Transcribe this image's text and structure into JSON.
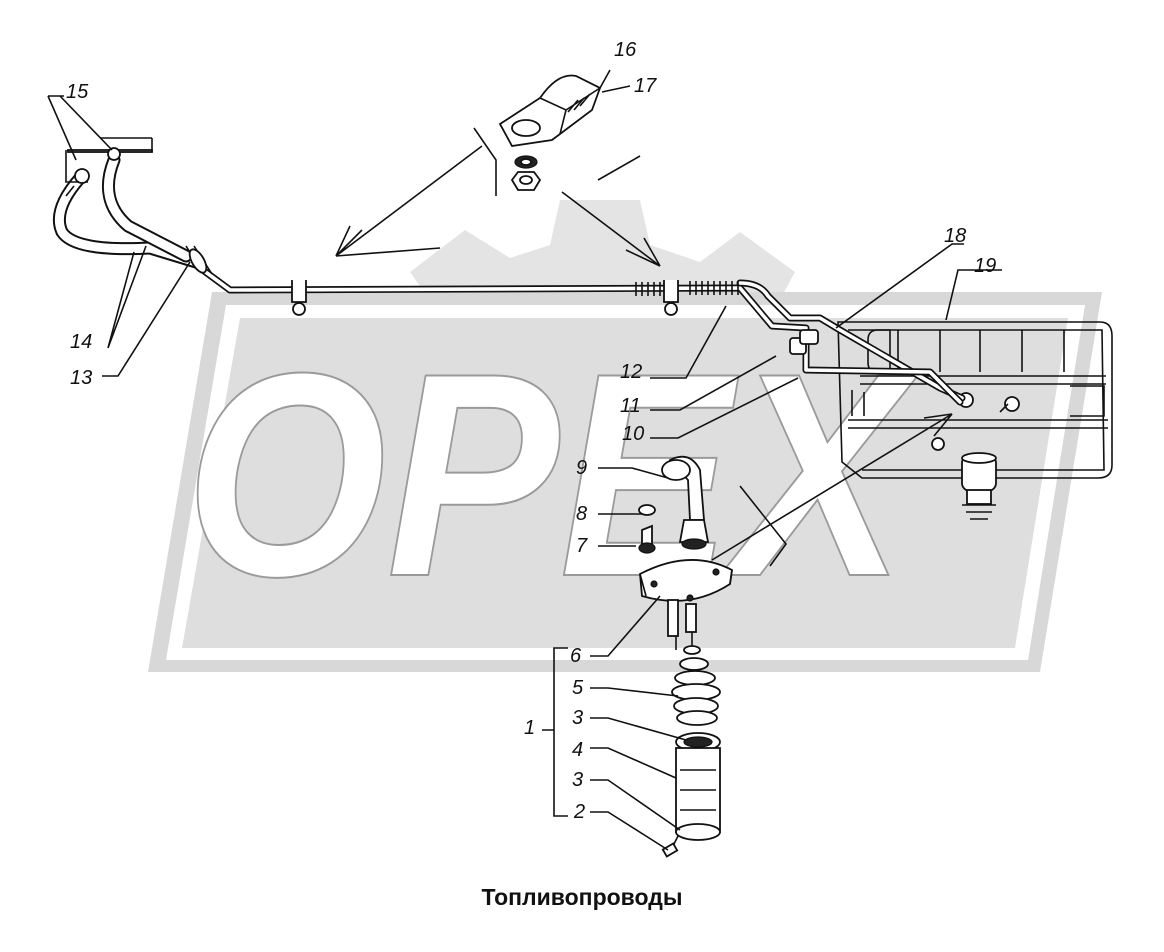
{
  "caption": "Топливопроводы",
  "watermark": {
    "text": "OPEX",
    "color": "#d8d8d8"
  },
  "callouts": [
    {
      "id": "c1",
      "label": "1"
    },
    {
      "id": "c2",
      "label": "2"
    },
    {
      "id": "c3a",
      "label": "3"
    },
    {
      "id": "c3b",
      "label": "3"
    },
    {
      "id": "c4",
      "label": "4"
    },
    {
      "id": "c5",
      "label": "5"
    },
    {
      "id": "c6",
      "label": "6"
    },
    {
      "id": "c7",
      "label": "7"
    },
    {
      "id": "c8",
      "label": "8"
    },
    {
      "id": "c9",
      "label": "9"
    },
    {
      "id": "c10",
      "label": "10"
    },
    {
      "id": "c11",
      "label": "11"
    },
    {
      "id": "c12",
      "label": "12"
    },
    {
      "id": "c13",
      "label": "13"
    },
    {
      "id": "c14",
      "label": "14"
    },
    {
      "id": "c15",
      "label": "15"
    },
    {
      "id": "c16",
      "label": "16"
    },
    {
      "id": "c17",
      "label": "17"
    },
    {
      "id": "c18",
      "label": "18"
    },
    {
      "id": "c19",
      "label": "19"
    }
  ]
}
